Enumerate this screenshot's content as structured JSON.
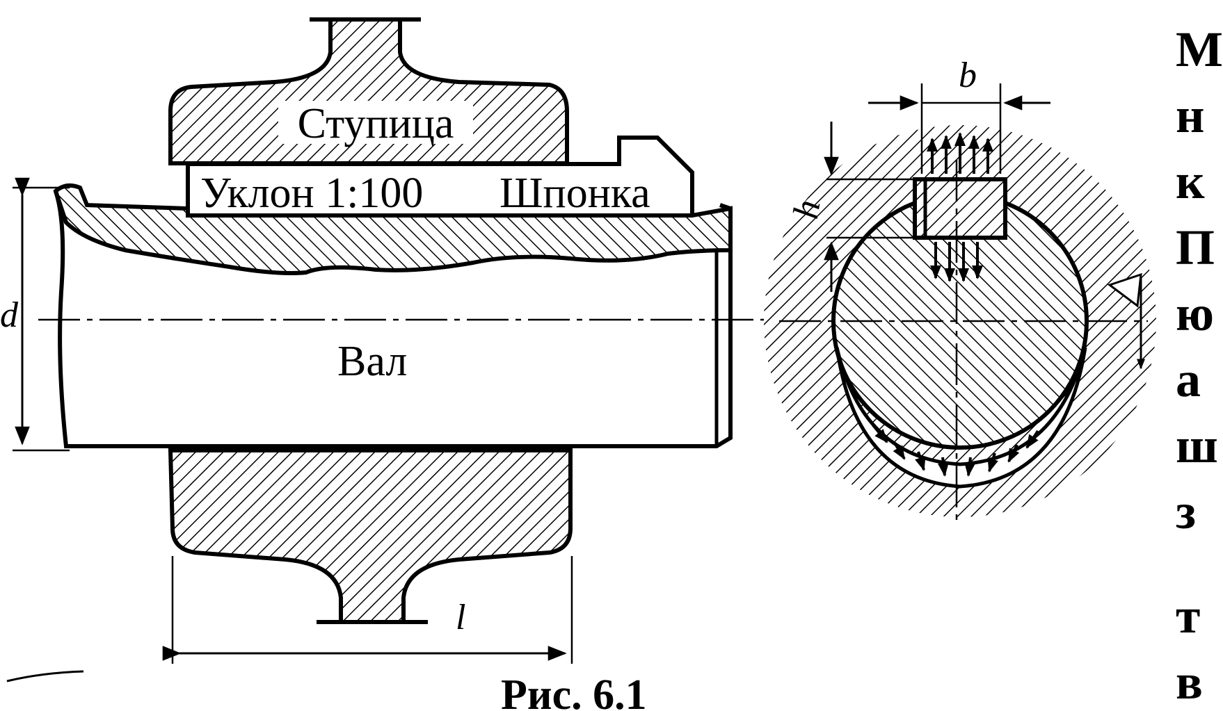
{
  "labels": {
    "hub": "Ступица",
    "slope": "Уклон  1:100",
    "key": "Шпонка",
    "shaft": "Вал",
    "length": "l",
    "width": "b",
    "height": "h",
    "diameter": "d",
    "caption": "Рис. 6.1"
  },
  "side_text_fragments": [
    "М",
    "н",
    "к",
    "П",
    "ю",
    "а",
    "ш",
    "з",
    "т",
    "в"
  ],
  "colors": {
    "ink": "#000000",
    "paper": "#ffffff"
  }
}
